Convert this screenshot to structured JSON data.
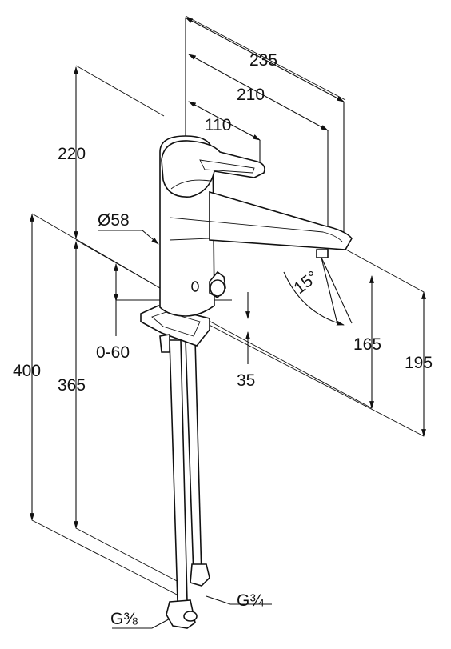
{
  "dimensions": {
    "d235": "235",
    "d210": "210",
    "d110": "110",
    "d220": "220",
    "dia58": "Ø58",
    "d015": "15°",
    "d0_60": "0-60",
    "d35": "35",
    "d165": "165",
    "d195": "195",
    "d400": "400",
    "d365": "365",
    "g34": "G¾",
    "g38": "G⅜"
  }
}
